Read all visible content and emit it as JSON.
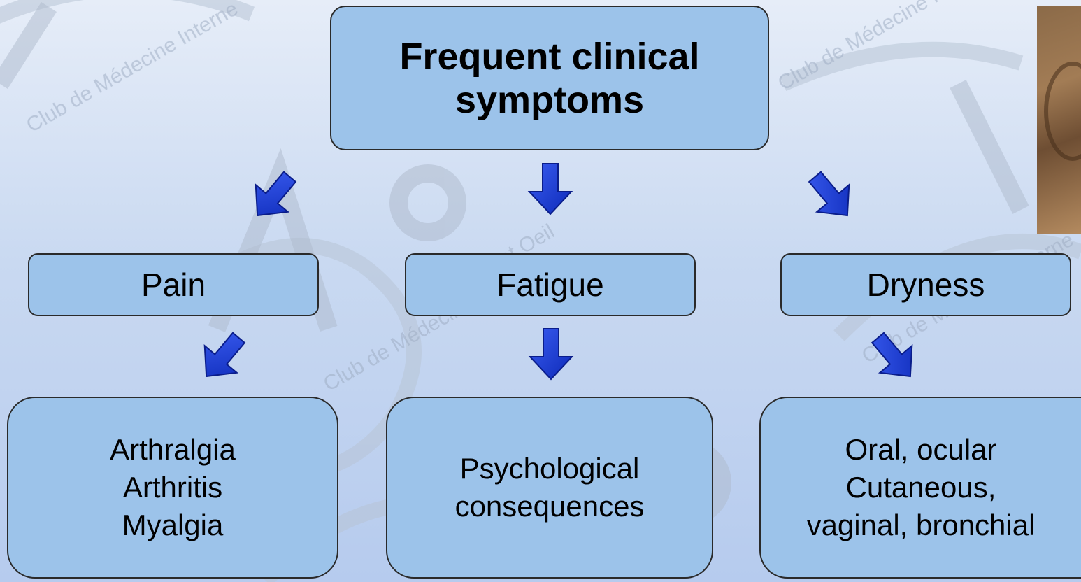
{
  "watermark": {
    "line1": "Club de Médecine Interne",
    "line2": "et Oeil"
  },
  "root": {
    "line1": "Frequent clinical",
    "line2": "symptoms"
  },
  "branches": [
    {
      "label": "Pain",
      "details": [
        "Arthralgia",
        "Arthritis",
        "Myalgia"
      ]
    },
    {
      "label": "Fatigue",
      "details": [
        "Psychological",
        "consequences"
      ]
    },
    {
      "label": "Dryness",
      "details": [
        "Oral, ocular",
        "Cutaneous,",
        "vaginal, bronchial"
      ]
    }
  ],
  "colors": {
    "box_fill": "#9cc3ea",
    "arrow_fill": "#1f3fd6",
    "background": "#c9d9f1"
  }
}
